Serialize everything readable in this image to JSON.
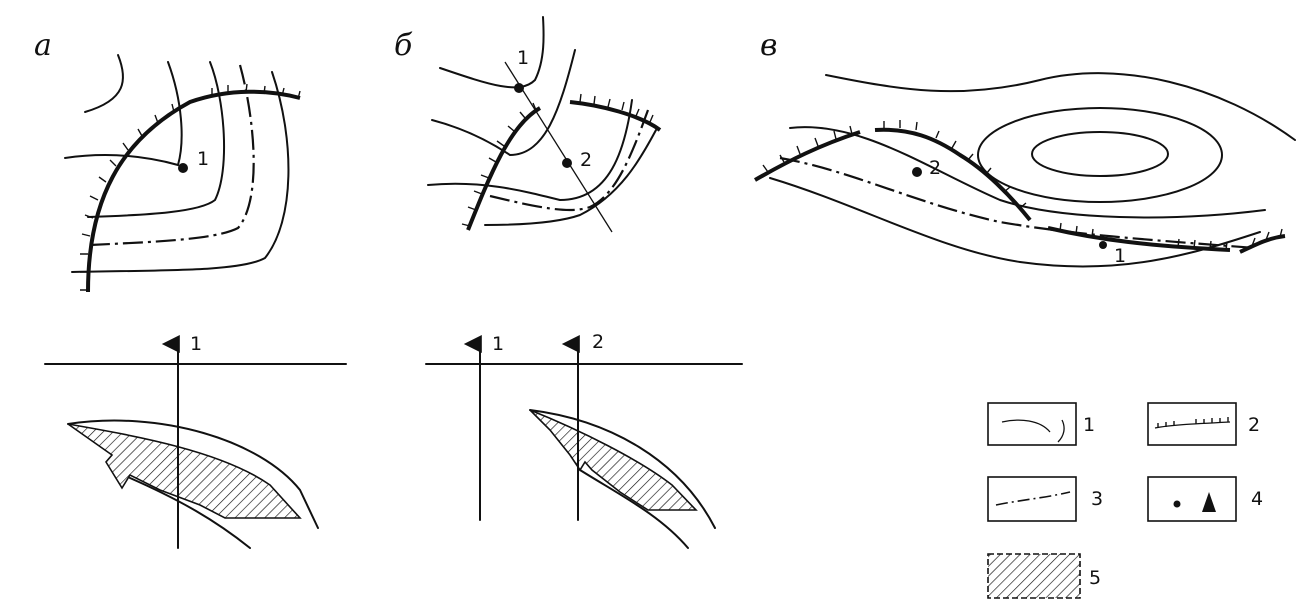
{
  "panels": {
    "a": "а",
    "b": "б",
    "v": "в"
  },
  "points": {
    "a_1": "1",
    "b_1": "1",
    "b_2": "2",
    "v_1": "1",
    "v_2": "2"
  },
  "wells": {
    "a_1": "1",
    "b_1": "1",
    "b_2": "2"
  },
  "legend": {
    "item1": "1",
    "item2": "2",
    "item3": "3",
    "item4": "4",
    "item5": "5"
  }
}
